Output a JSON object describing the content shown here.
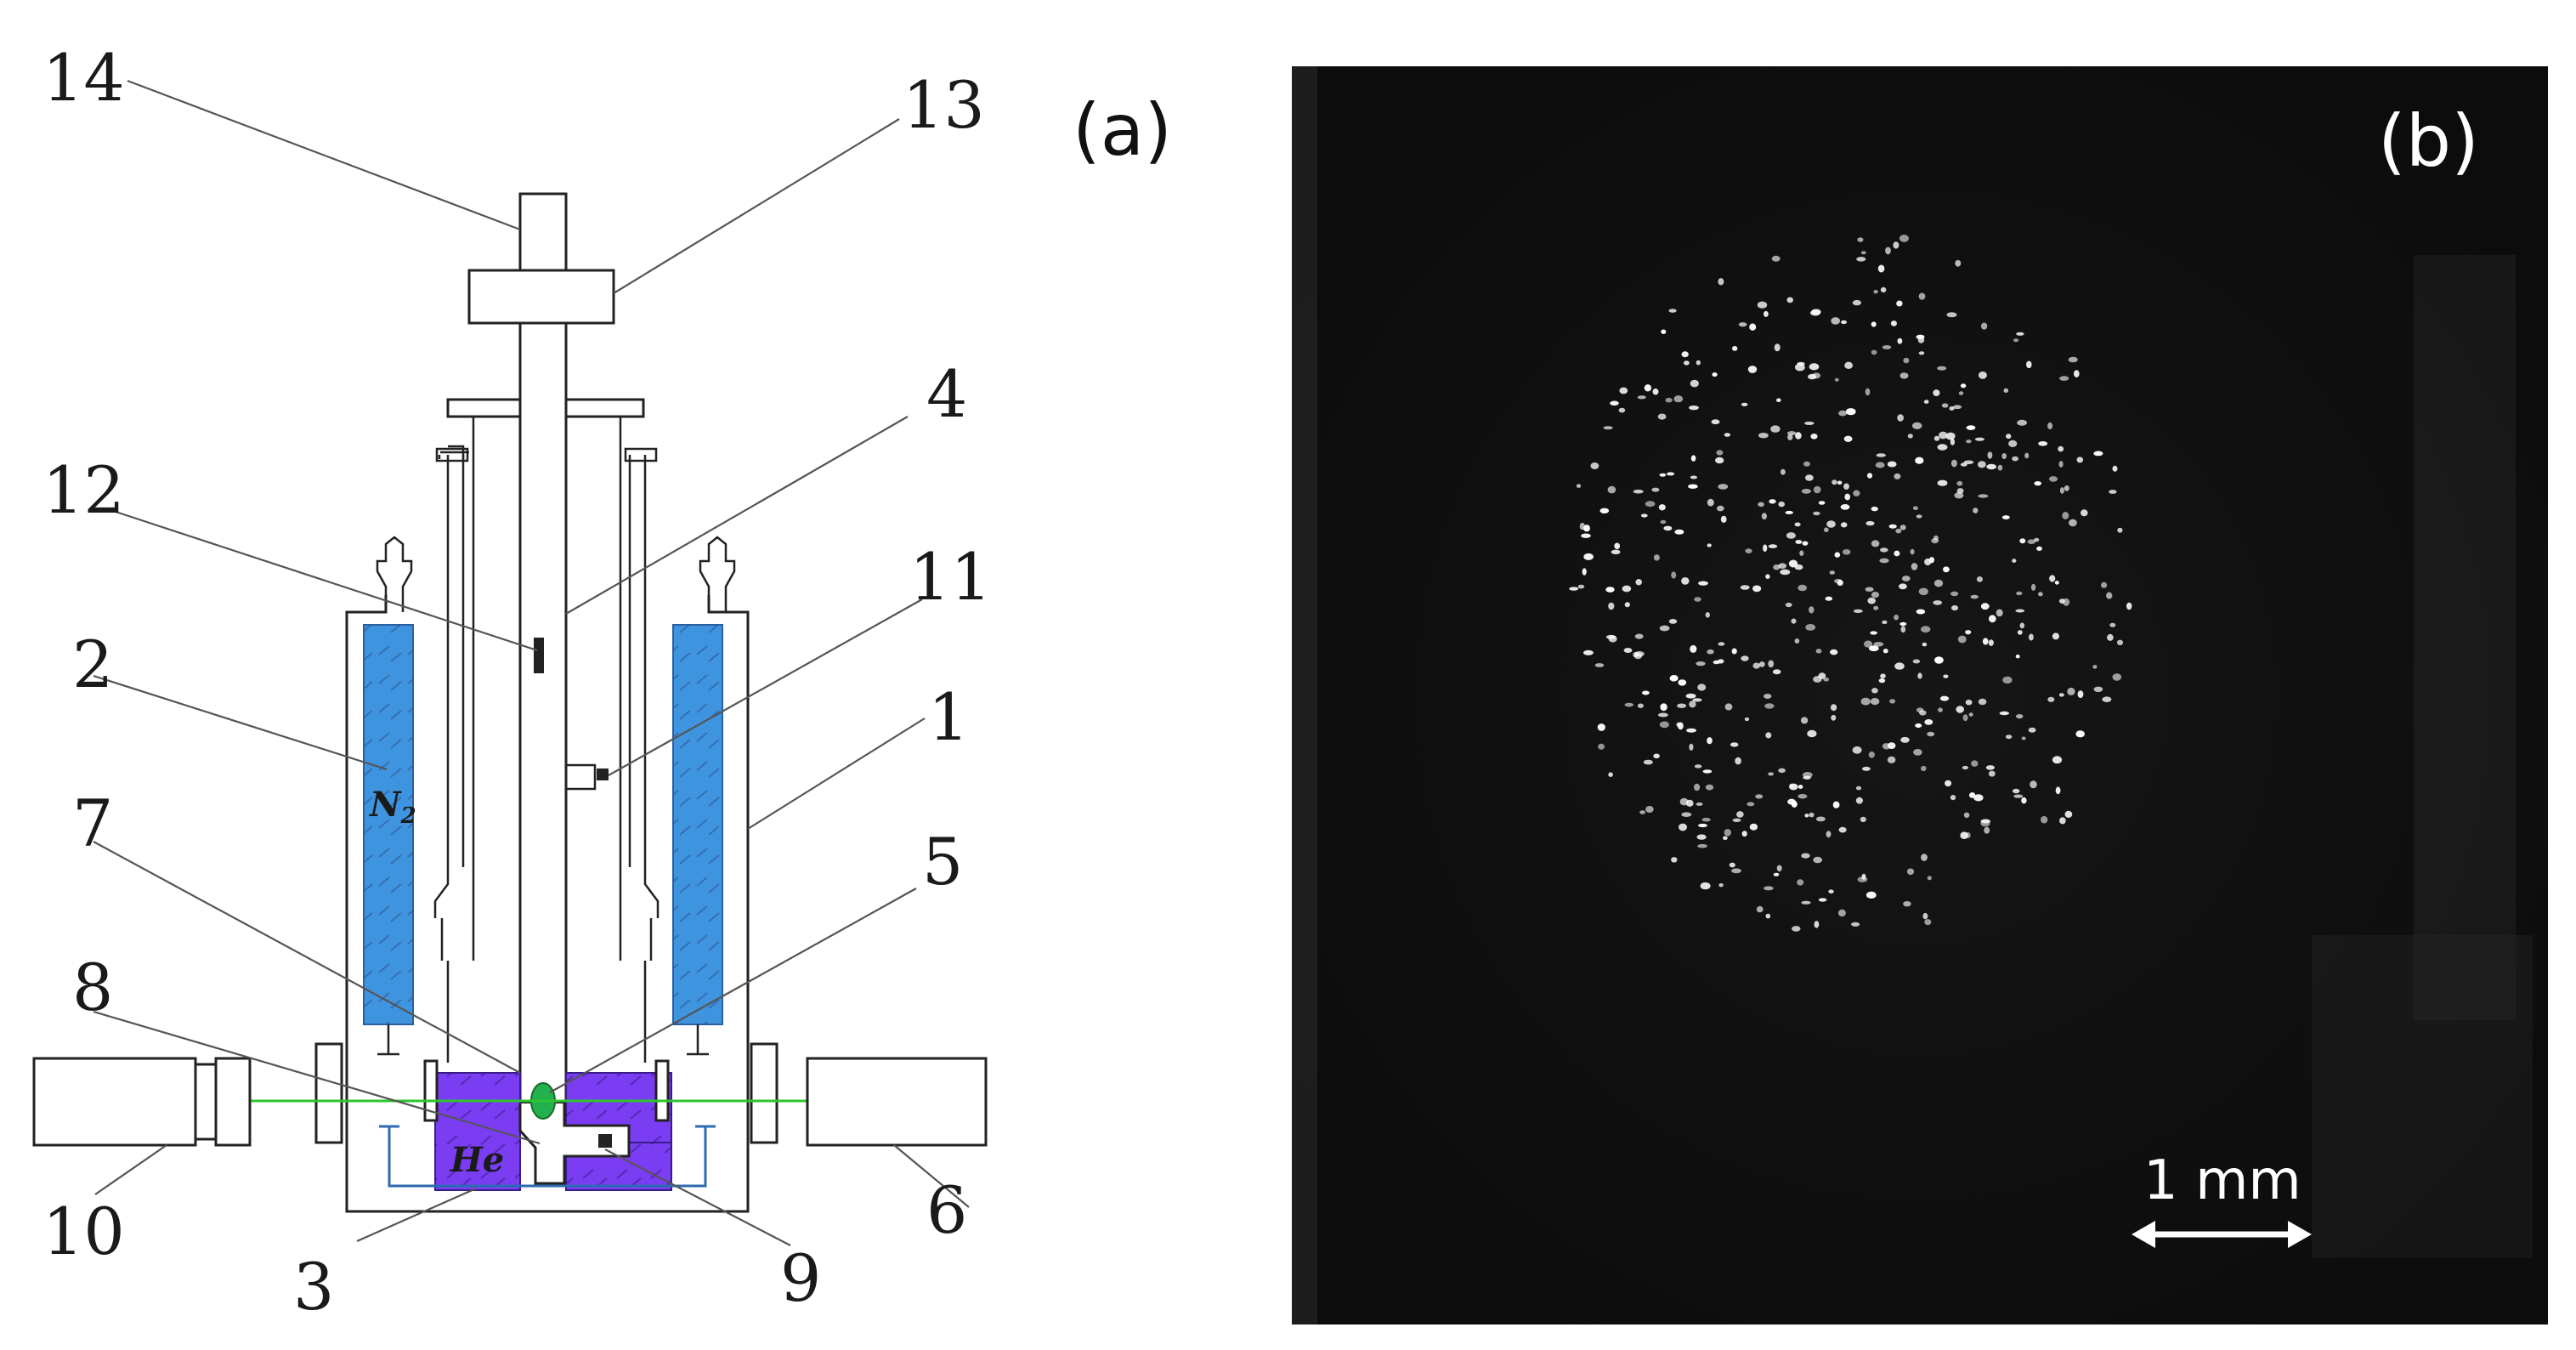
{
  "panel_a": {
    "label": "(a)",
    "numbers": {
      "n1": "1",
      "n2": "2",
      "n3": "3",
      "n4": "4",
      "n5": "5",
      "n6": "6",
      "n7": "7",
      "n8": "8",
      "n9": "9",
      "n10": "10",
      "n11": "11",
      "n12": "12",
      "n13": "13",
      "n14": "14"
    },
    "nitrogen_label": "N",
    "nitrogen_subscript": "2",
    "helium_label": "He",
    "colors": {
      "nitrogen_bath": "#3f94e0",
      "helium_bath": "#7a3df2",
      "laser_beam": "#2ec42e",
      "particle_cloud": "#22b14c",
      "outline": "#222222",
      "leader_line": "#555555"
    }
  },
  "panel_b": {
    "label": "(b)",
    "scale_bar_label": "1 mm",
    "colors": {
      "background": "#111111",
      "particles": "#ffffff"
    }
  }
}
